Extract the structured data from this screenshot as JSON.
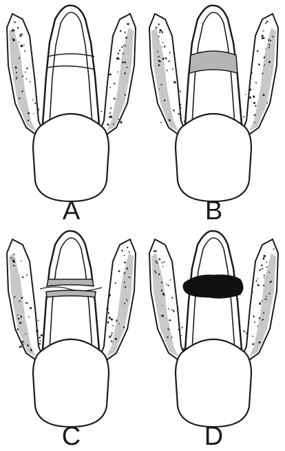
{
  "panels": [
    {
      "label": "A",
      "variant": "fracture-line"
    },
    {
      "label": "B",
      "variant": "gray-band"
    },
    {
      "label": "C",
      "variant": "separated-sealed"
    },
    {
      "label": "D",
      "variant": "black-filling"
    }
  ],
  "colors": {
    "outline": "#1a1a1a",
    "bone_shade": "#9a9a9a",
    "canal_gray": "#b5b5b5",
    "filling_black": "#111111",
    "background": "#ffffff"
  }
}
